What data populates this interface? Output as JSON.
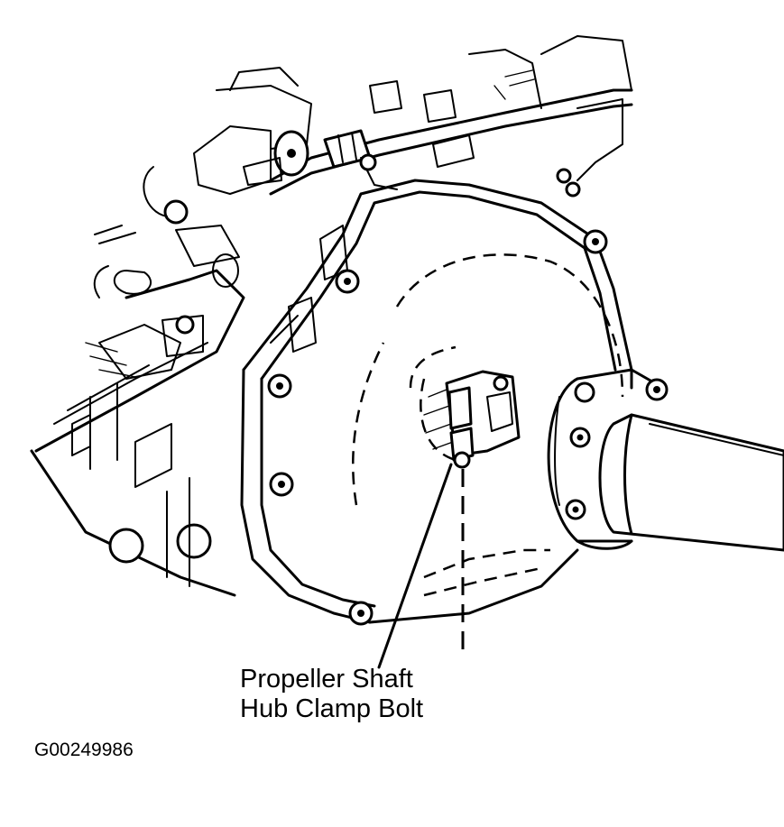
{
  "callout": {
    "line1": "Propeller Shaft",
    "line2": "Hub Clamp Bolt"
  },
  "figure_id": "G00249986"
}
